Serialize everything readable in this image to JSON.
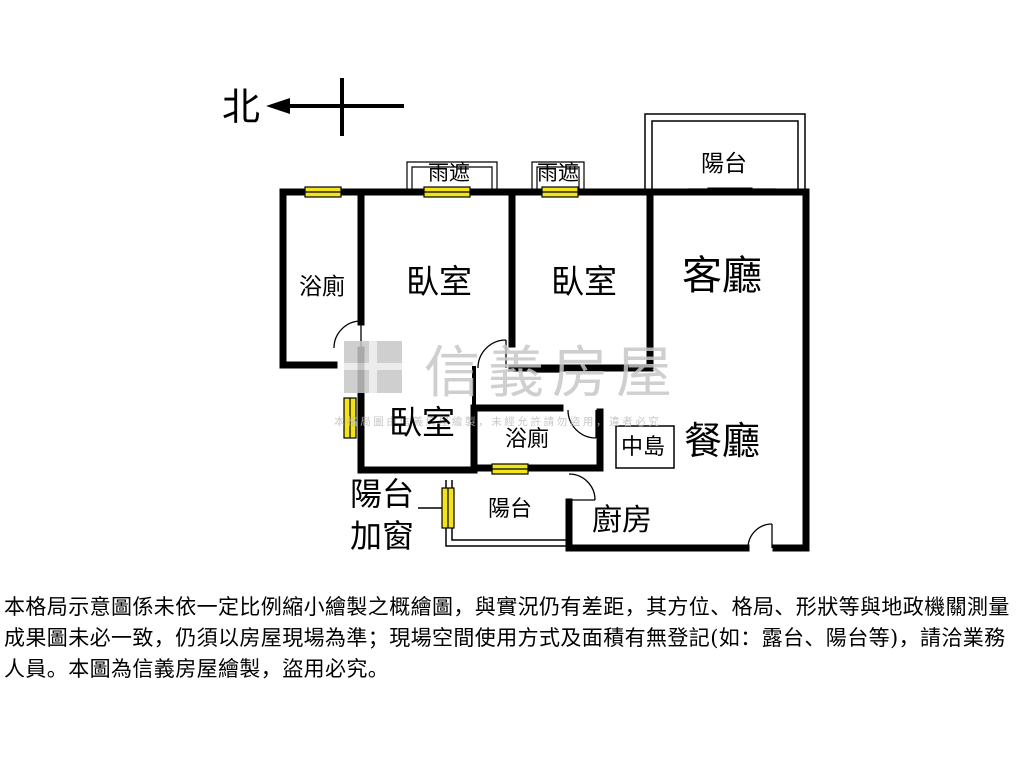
{
  "compass": {
    "north_label": "北"
  },
  "rooms": {
    "bath_top": "浴廁",
    "bedroom_1": "臥室",
    "bedroom_2": "臥室",
    "living_room": "客廳",
    "bedroom_3": "臥室",
    "bath_center": "浴廁",
    "island": "中島",
    "dining_room": "餐廳",
    "kitchen": "廚房",
    "balcony_top": "陽台",
    "balcony_bottom": "陽台"
  },
  "annotations": {
    "canopy_1": "雨遮",
    "canopy_2": "雨遮",
    "balcony_window_line1": "陽台",
    "balcony_window_line2": "加窗"
  },
  "watermark": {
    "brand": "信義房屋",
    "fine_print": "本格局圖由信義房屋繪製，未經允許請勿盜用，違者必究"
  },
  "colors": {
    "wall": "#000000",
    "window_fill": "#f3e31a",
    "watermark": "#c7c7c7"
  },
  "disclaimer": "本格局示意圖係未依一定比例縮小繪製之概繪圖，與實況仍有差距，其方位、格局、形狀等與地政機關測量成果圖未必一致，仍須以房屋現場為準；現場空間使用方式及面積有無登記(如：露台、陽台等)，請洽業務人員。本圖為信義房屋繪製，盜用必究。"
}
